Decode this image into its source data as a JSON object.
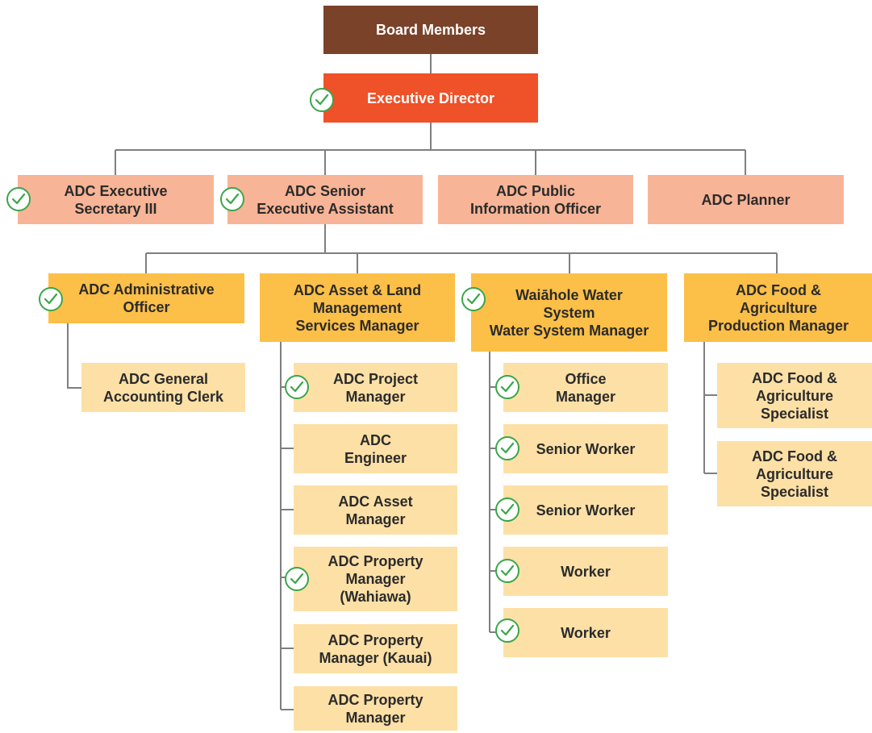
{
  "colors": {
    "board": "#7a4229",
    "director": "#ef5128",
    "staff": "#f8b496",
    "manager": "#fcbf47",
    "employee": "#fde0a6",
    "connector": "#7f7f7f",
    "check": "#3aa64a"
  },
  "nodes": {
    "board": {
      "label": "Board Members",
      "tier": "board",
      "checked": false
    },
    "exec_director": {
      "label": "Executive Director",
      "tier": "director",
      "checked": true
    },
    "exec_secretary": {
      "label": "ADC Executive\nSecretary III",
      "tier": "staff",
      "checked": true
    },
    "senior_exec_assistant": {
      "label": "ADC Senior\nExecutive Assistant",
      "tier": "staff",
      "checked": true
    },
    "public_info_officer": {
      "label": "ADC Public\nInformation Officer",
      "tier": "staff",
      "checked": false
    },
    "planner": {
      "label": "ADC Planner",
      "tier": "staff",
      "checked": false
    },
    "admin_officer": {
      "label": "ADC Administrative\nOfficer",
      "tier": "manager",
      "checked": true
    },
    "asset_land_manager": {
      "label": "ADC Asset & Land\nManagement\nServices Manager",
      "tier": "manager",
      "checked": false
    },
    "waiahole_manager": {
      "label": "Waiāhole Water\nSystem\nWater System Manager",
      "tier": "manager",
      "checked": true
    },
    "food_ag_manager": {
      "label": "ADC Food &\nAgriculture\nProduction Manager",
      "tier": "manager",
      "checked": false
    },
    "general_accounting_clerk": {
      "label": "ADC General\nAccounting Clerk",
      "tier": "employee",
      "checked": false
    },
    "project_manager": {
      "label": "ADC Project\nManager",
      "tier": "employee",
      "checked": true
    },
    "engineer": {
      "label": "ADC\nEngineer",
      "tier": "employee",
      "checked": false
    },
    "asset_manager": {
      "label": "ADC Asset\nManager",
      "tier": "employee",
      "checked": false
    },
    "property_manager_wahiawa": {
      "label": "ADC Property\nManager\n(Wahiawa)",
      "tier": "employee",
      "checked": true
    },
    "property_manager_kauai": {
      "label": "ADC Property\nManager (Kauai)",
      "tier": "employee",
      "checked": false
    },
    "property_manager": {
      "label": "ADC Property\nManager",
      "tier": "employee",
      "checked": false
    },
    "office_manager": {
      "label": "Office\nManager",
      "tier": "employee",
      "checked": true
    },
    "senior_worker_1": {
      "label": "Senior Worker",
      "tier": "employee",
      "checked": true
    },
    "senior_worker_2": {
      "label": "Senior Worker",
      "tier": "employee",
      "checked": true
    },
    "worker_1": {
      "label": "Worker",
      "tier": "employee",
      "checked": true
    },
    "worker_2": {
      "label": "Worker",
      "tier": "employee",
      "checked": true
    },
    "food_ag_specialist_1": {
      "label": "ADC Food &\nAgriculture\nSpecialist",
      "tier": "employee",
      "checked": false
    },
    "food_ag_specialist_2": {
      "label": "ADC Food &\nAgriculture\nSpecialist",
      "tier": "employee",
      "checked": false
    }
  }
}
